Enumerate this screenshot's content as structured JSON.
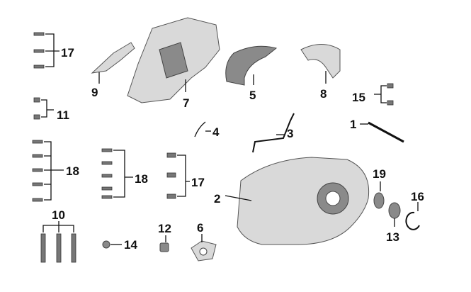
{
  "diagram": {
    "title": "Left crankcase cover exploded parts diagram",
    "callouts": {
      "c17a": "17",
      "c9": "9",
      "c7": "7",
      "c5": "5",
      "c8": "8",
      "c15": "15",
      "c11": "11",
      "c4": "4",
      "c3": "3",
      "c1": "1",
      "c18a": "18",
      "c18b": "18",
      "c17b": "17",
      "c2": "2",
      "c19": "19",
      "c16": "16",
      "c13": "13",
      "c10": "10",
      "c12": "12",
      "c6": "6",
      "c14": "14"
    }
  }
}
